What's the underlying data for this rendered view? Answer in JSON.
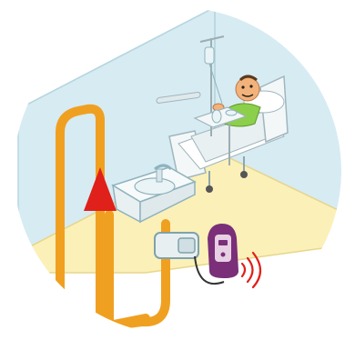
{
  "illustration": {
    "subject": "hospital-room-water-pipe-monitor",
    "icons": [
      "patient-in-bed",
      "iv-drip-stand",
      "bedside-table",
      "washbasin",
      "faucet",
      "hot-water-pipe",
      "flow-direction-arrow",
      "pipe-clamp-sensor",
      "wireless-monitor-device",
      "wireless-signal-icon"
    ]
  },
  "colors": {
    "pipe": "#f0a020",
    "pipe_edge": "#d4860a",
    "wall": "#d7ebf2",
    "wall_edge": "#b7d6e0",
    "floor": "#fbf0b8",
    "floor_edge": "#e7d68a",
    "arrow": "#e0201a",
    "device": "#7a2f78",
    "device_light": "#e7cfe4",
    "signal": "#e0201a",
    "skin": "#f2b27a",
    "sheet": "#e9f0f2",
    "gown": "#8ccf4a"
  }
}
